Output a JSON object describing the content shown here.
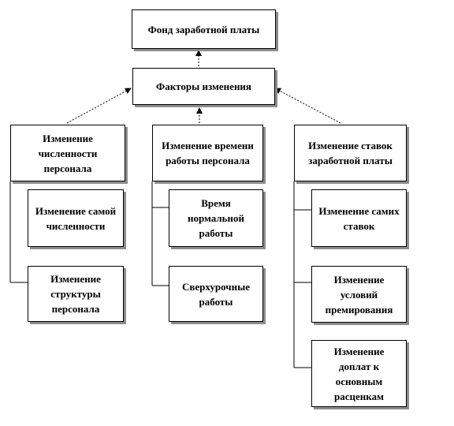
{
  "diagram": {
    "top_node": "Фонд заработной платы",
    "factors_node": "Факторы изменения",
    "branches": [
      {
        "title": "Изменение численности персонала",
        "items": [
          "Изменение самой численности",
          "Изменение структуры персонала"
        ]
      },
      {
        "title": "Изменение времени работы персонала",
        "items": [
          "Время нормальной работы",
          "Сверхурочные работы"
        ]
      },
      {
        "title": "Изменение ставок заработной платы",
        "items": [
          "Изменение самих ставок",
          "Изменение условий премирования",
          "Изменение доплат к основным расценкам"
        ]
      }
    ]
  }
}
